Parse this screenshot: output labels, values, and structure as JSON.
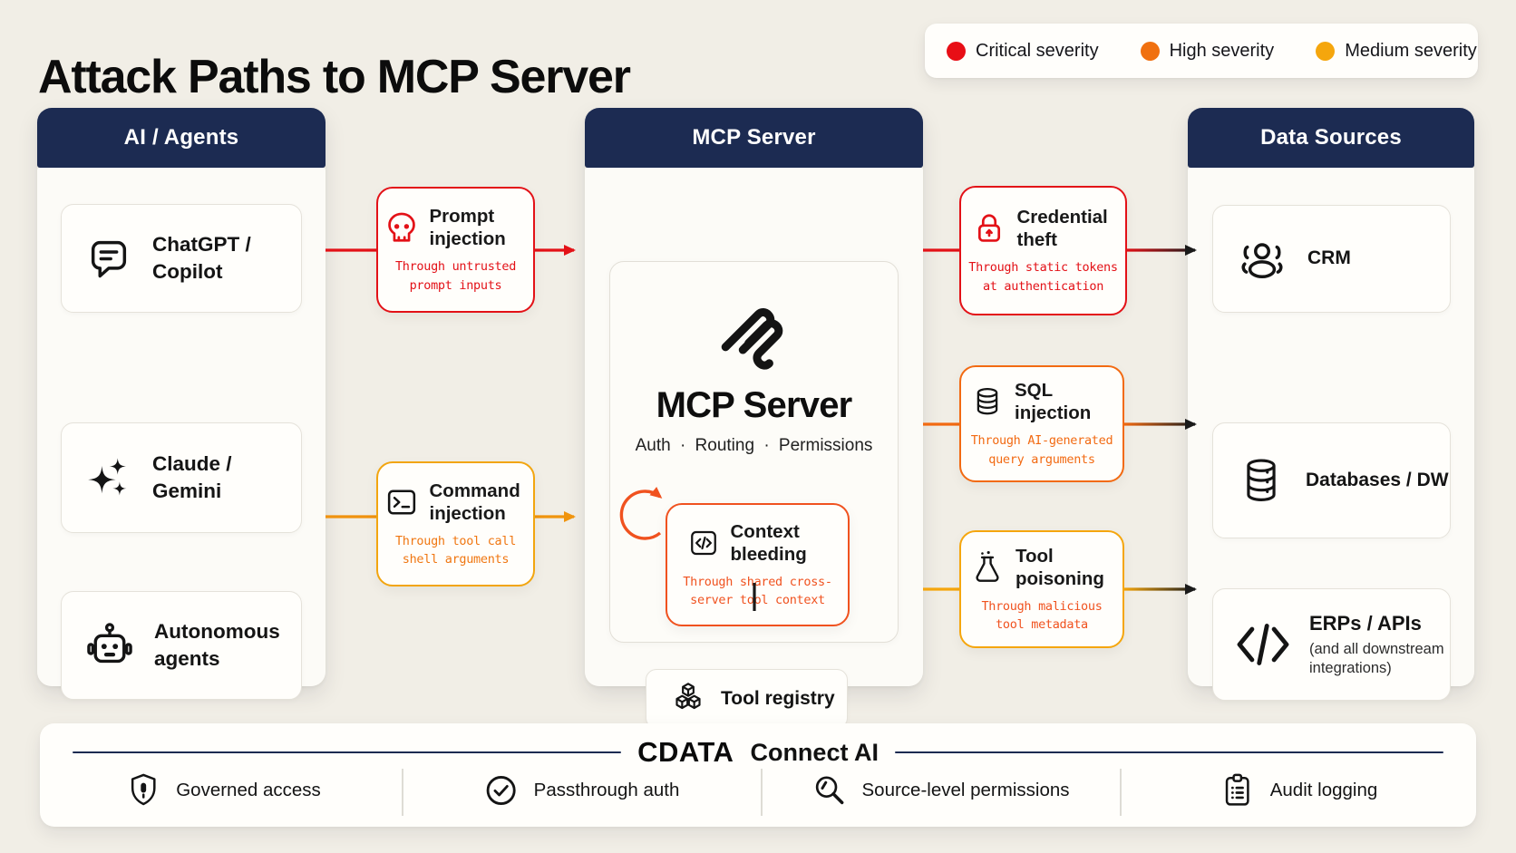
{
  "page": {
    "title": "Attack Paths to MCP Server"
  },
  "colors": {
    "header_navy": "#1c2b52",
    "critical": "#e31117",
    "high_orange": "#f26a12",
    "medium_amber": "#f5a60d",
    "page_background": "#f1eee6"
  },
  "legend": {
    "items": [
      {
        "label": "Critical severity",
        "color": "#e80e16"
      },
      {
        "label": "High severity",
        "color": "#f07010"
      },
      {
        "label": "Medium severity",
        "color": "#f5a60d"
      }
    ]
  },
  "columns": {
    "agents": {
      "header": "AI / Agents",
      "items": [
        {
          "label": "ChatGPT / Copilot",
          "icon": "chat-bubble-icon"
        },
        {
          "label": "Claude / Gemini",
          "icon": "sparkles-icon"
        },
        {
          "label": "Autonomous agents",
          "icon": "robot-icon"
        }
      ]
    },
    "mcp": {
      "header": "MCP Server",
      "core": {
        "logo_icon": "mcp-logo-icon",
        "title": "MCP Server",
        "subtitle": "Auth · Routing · Permissions"
      },
      "tool_registry": {
        "label": "Tool registry",
        "icon": "cubes-icon"
      }
    },
    "data_sources": {
      "header": "Data Sources",
      "items": [
        {
          "label": "CRM",
          "icon": "users-icon"
        },
        {
          "label": "Databases / DW",
          "icon": "database-stack-icon"
        },
        {
          "label": "ERPs / APIs",
          "sublabel": "(and all downstream integrations)",
          "icon": "code-brackets-icon"
        }
      ]
    }
  },
  "attacks": {
    "prompt_injection": {
      "title": "Prompt injection",
      "subtitle": "Through untrusted prompt inputs",
      "severity": "Critical",
      "icon": "skull-icon",
      "border_color": "#e31117",
      "accent_color": "#e31117"
    },
    "command_injection": {
      "title": "Command injection",
      "subtitle": "Through tool call shell arguments",
      "severity": "Medium",
      "icon": "terminal-icon",
      "border_color": "#f2a50f",
      "accent_color": "#f07712"
    },
    "context_bleeding": {
      "title": "Context bleeding",
      "subtitle": "Through shared cross-server tool context",
      "severity": "High",
      "icon": "code-square-icon",
      "border_color": "#f0521f",
      "accent_color": "#f0521f"
    },
    "credential_theft": {
      "title": "Credential theft",
      "subtitle": "Through static tokens at authentication",
      "severity": "Critical",
      "icon": "lock-icon",
      "border_color": "#e31117",
      "accent_color": "#e31117"
    },
    "sql_injection": {
      "title": "SQL injection",
      "subtitle": "Through AI-generated query arguments",
      "severity": "High",
      "icon": "database-icon",
      "border_color": "#f26a12",
      "accent_color": "#f26a12"
    },
    "tool_poisoning": {
      "title": "Tool poisoning",
      "subtitle": "Through malicious tool metadata",
      "severity": "Medium",
      "icon": "flask-icon",
      "border_color": "#f5a60d",
      "accent_color": "#f0521f"
    }
  },
  "footer": {
    "brand": "CDATA",
    "brand_suffix": "Connect AI",
    "items": [
      {
        "label": "Governed access",
        "icon": "shield-icon"
      },
      {
        "label": "Passthrough auth",
        "icon": "check-circle-icon"
      },
      {
        "label": "Source-level permissions",
        "icon": "search-icon"
      },
      {
        "label": "Audit logging",
        "icon": "clipboard-icon"
      }
    ]
  }
}
